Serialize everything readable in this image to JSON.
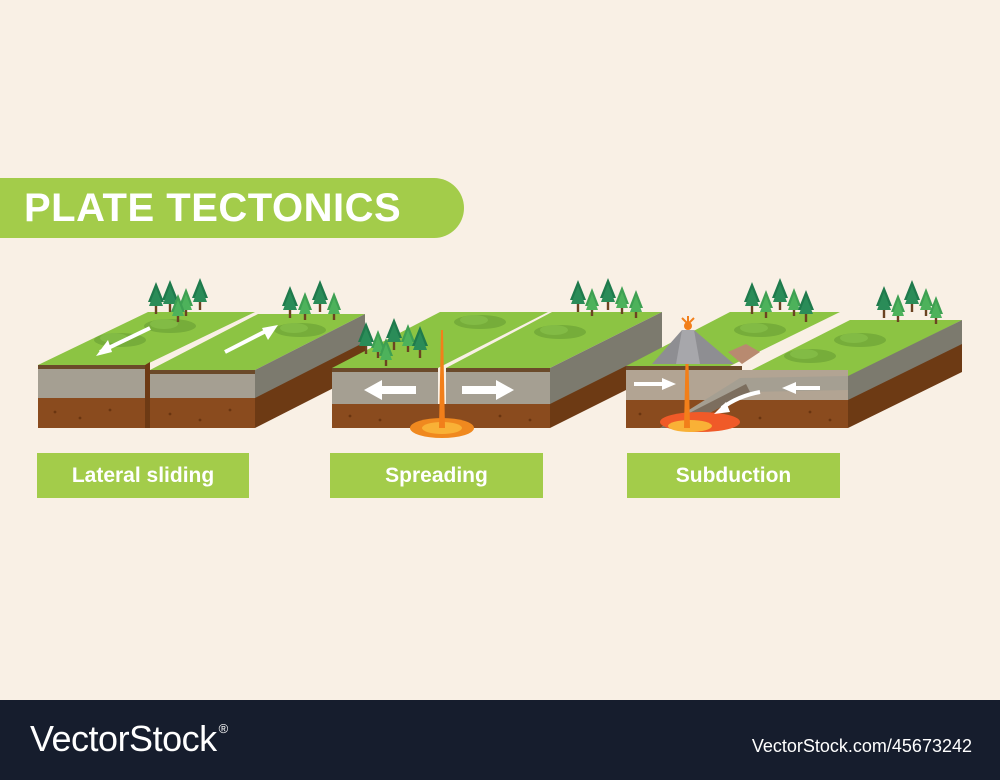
{
  "title": "PLATE TECTONICS",
  "panels": [
    {
      "label": "Lateral sliding"
    },
    {
      "label": "Spreading"
    },
    {
      "label": "Subduction"
    }
  ],
  "footer": {
    "brand": "VectorStock",
    "trademark": "®",
    "image_id": "VectorStock.com/45673242"
  },
  "colors": {
    "background": "#f9f0e5",
    "accent_green": "#a3cc4a",
    "grass": "#8cc443",
    "grass_dark": "#6da835",
    "rock_grey": "#a59f92",
    "soil_brown": "#8a4b1e",
    "magma": "#f0891f",
    "footer": "#161d2d"
  },
  "icons": [
    "tree-icon",
    "arrow-icon",
    "volcano-icon",
    "magma-icon"
  ]
}
